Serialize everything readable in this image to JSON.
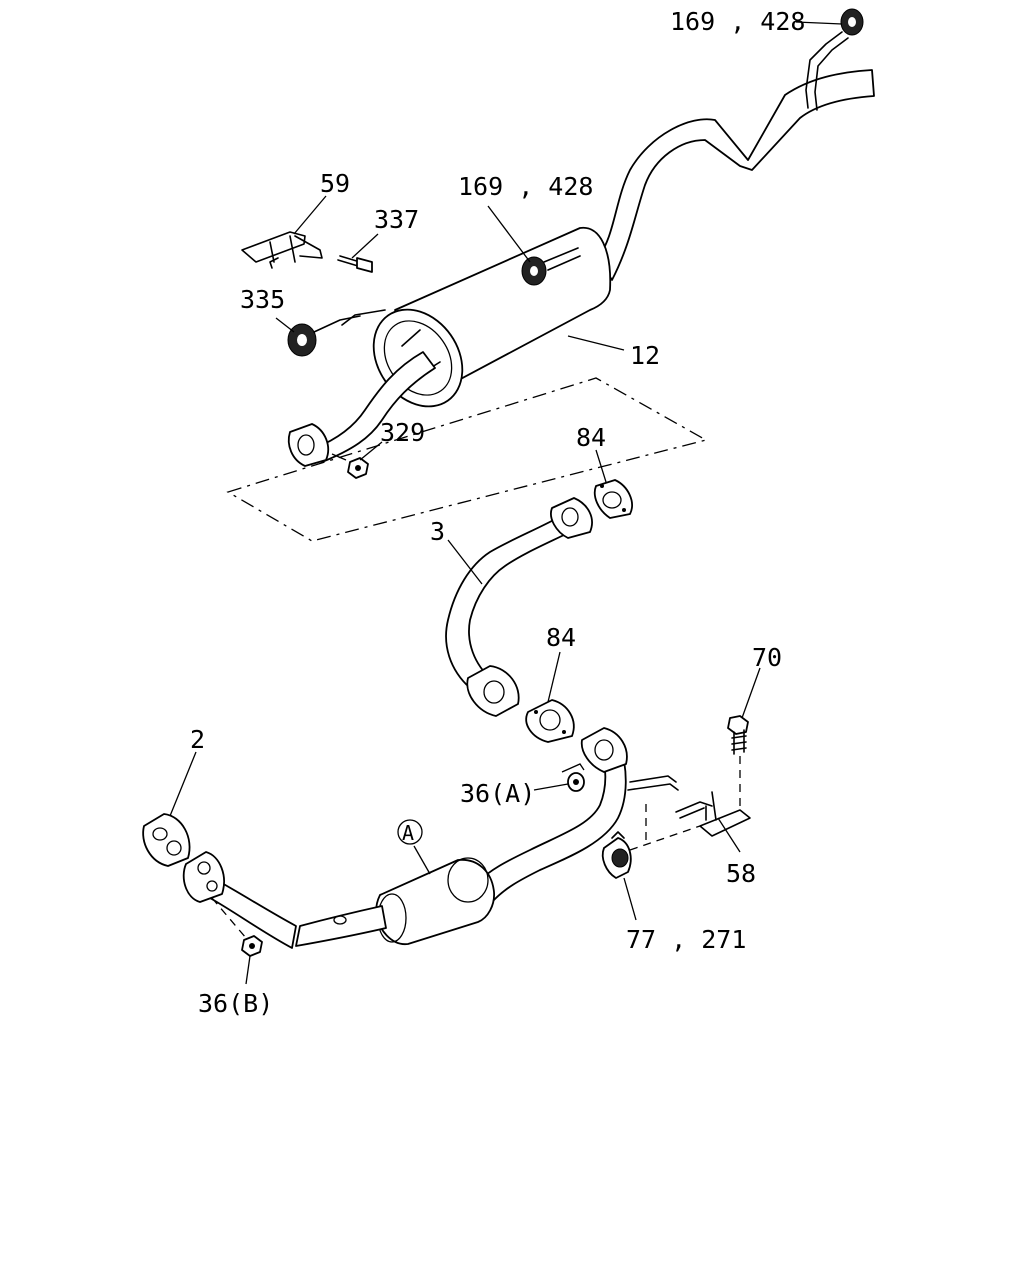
{
  "labels": {
    "p169_428_top": "169 , 428",
    "p169_428_mid": "169 , 428",
    "p59": "59",
    "p337": "337",
    "p335": "335",
    "p12": "12",
    "p329": "329",
    "p84_upper": "84",
    "p3": "3",
    "p84_lower": "84",
    "p70": "70",
    "p2": "2",
    "p36a": "36(A)",
    "pA": "A",
    "p58": "58",
    "p77_271": "77 , 271",
    "p36b": "36(B)"
  }
}
